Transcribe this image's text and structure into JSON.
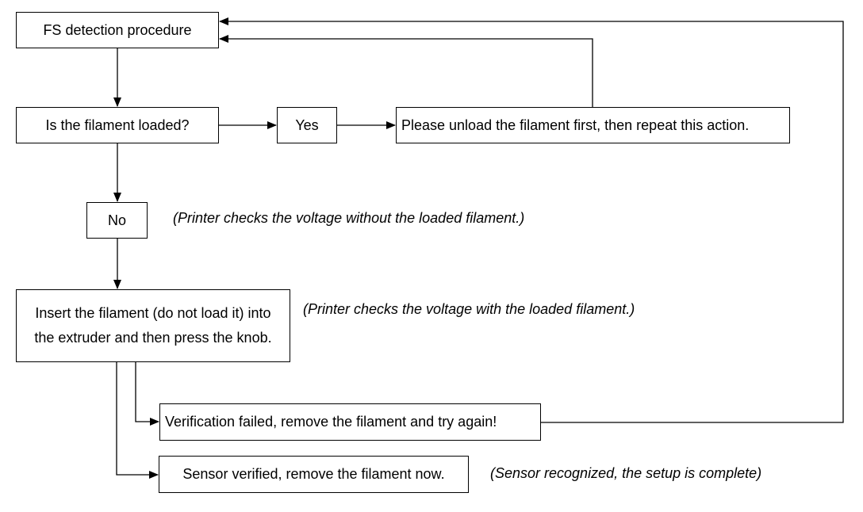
{
  "diagram": {
    "nodes": {
      "start": "FS detection procedure",
      "loaded_question": "Is the filament loaded?",
      "yes": "Yes",
      "unload": "Please unload the filament first, then repeat this action.",
      "no": "No",
      "insert_line1": "Insert the filament (do not load it) into",
      "insert_line2": "the extruder and then press the knob.",
      "failed": "Verification failed, remove the filament and try again!",
      "verified": "Sensor verified, remove the filament now."
    },
    "notes": {
      "no_loaded": "(Printer checks the voltage without the loaded filament.)",
      "with_loaded": "(Printer checks the voltage with the loaded filament.)",
      "complete": "(Sensor recognized, the setup is complete)"
    },
    "colors": {
      "line": "#000000",
      "box_border": "#000000",
      "background": "#ffffff"
    }
  }
}
